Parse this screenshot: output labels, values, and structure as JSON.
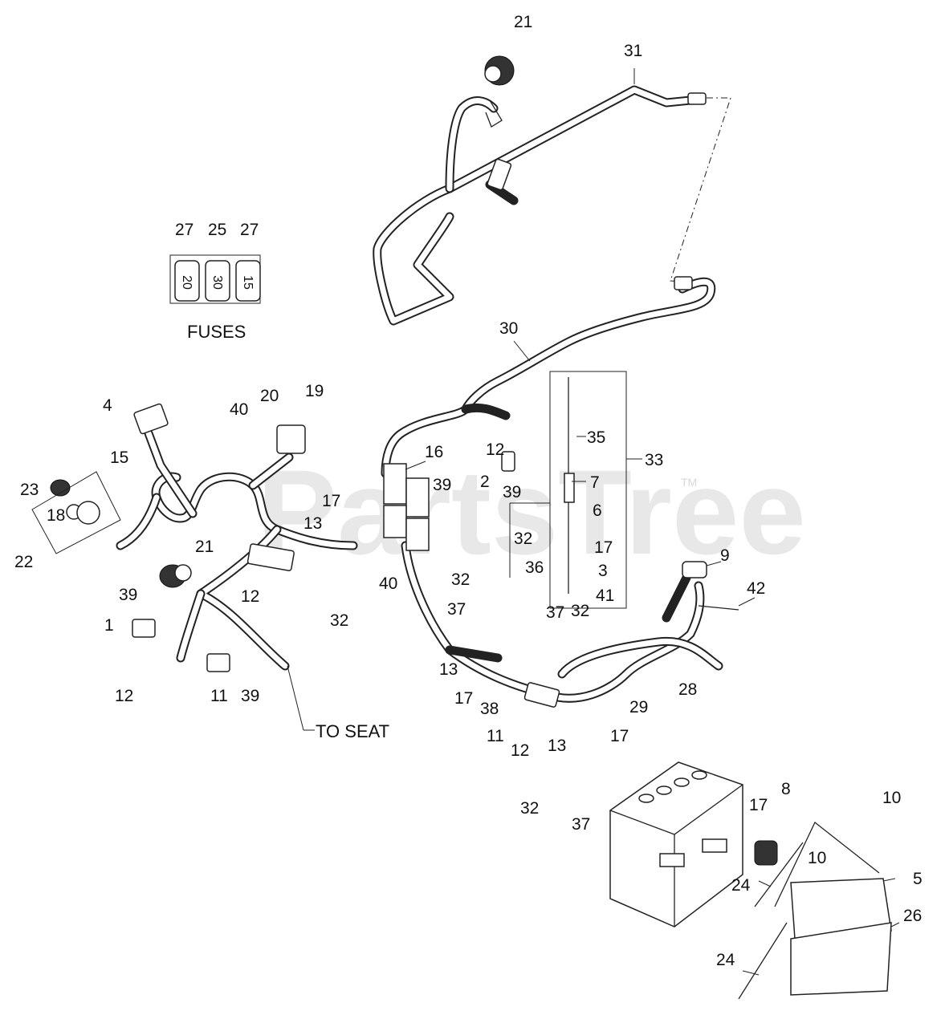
{
  "watermark": "PartsTree",
  "trademark": "TM",
  "labels": {
    "fuses": "FUSES",
    "to_seat": "TO SEAT"
  },
  "fuse_values": [
    "20",
    "30",
    "15"
  ],
  "callouts": [
    "21",
    "31",
    "27",
    "25",
    "27",
    "30",
    "4",
    "20",
    "19",
    "40",
    "15",
    "23",
    "18",
    "22",
    "21",
    "16",
    "39",
    "17",
    "13",
    "40",
    "12",
    "2",
    "39",
    "35",
    "33",
    "7",
    "6",
    "32",
    "17",
    "36",
    "3",
    "41",
    "9",
    "42",
    "39",
    "1",
    "12",
    "12",
    "11",
    "39",
    "32",
    "32",
    "37",
    "37",
    "32",
    "13",
    "17",
    "38",
    "11",
    "12",
    "13",
    "17",
    "29",
    "28",
    "32",
    "37",
    "17",
    "8",
    "10",
    "10",
    "5",
    "24",
    "26",
    "24"
  ]
}
